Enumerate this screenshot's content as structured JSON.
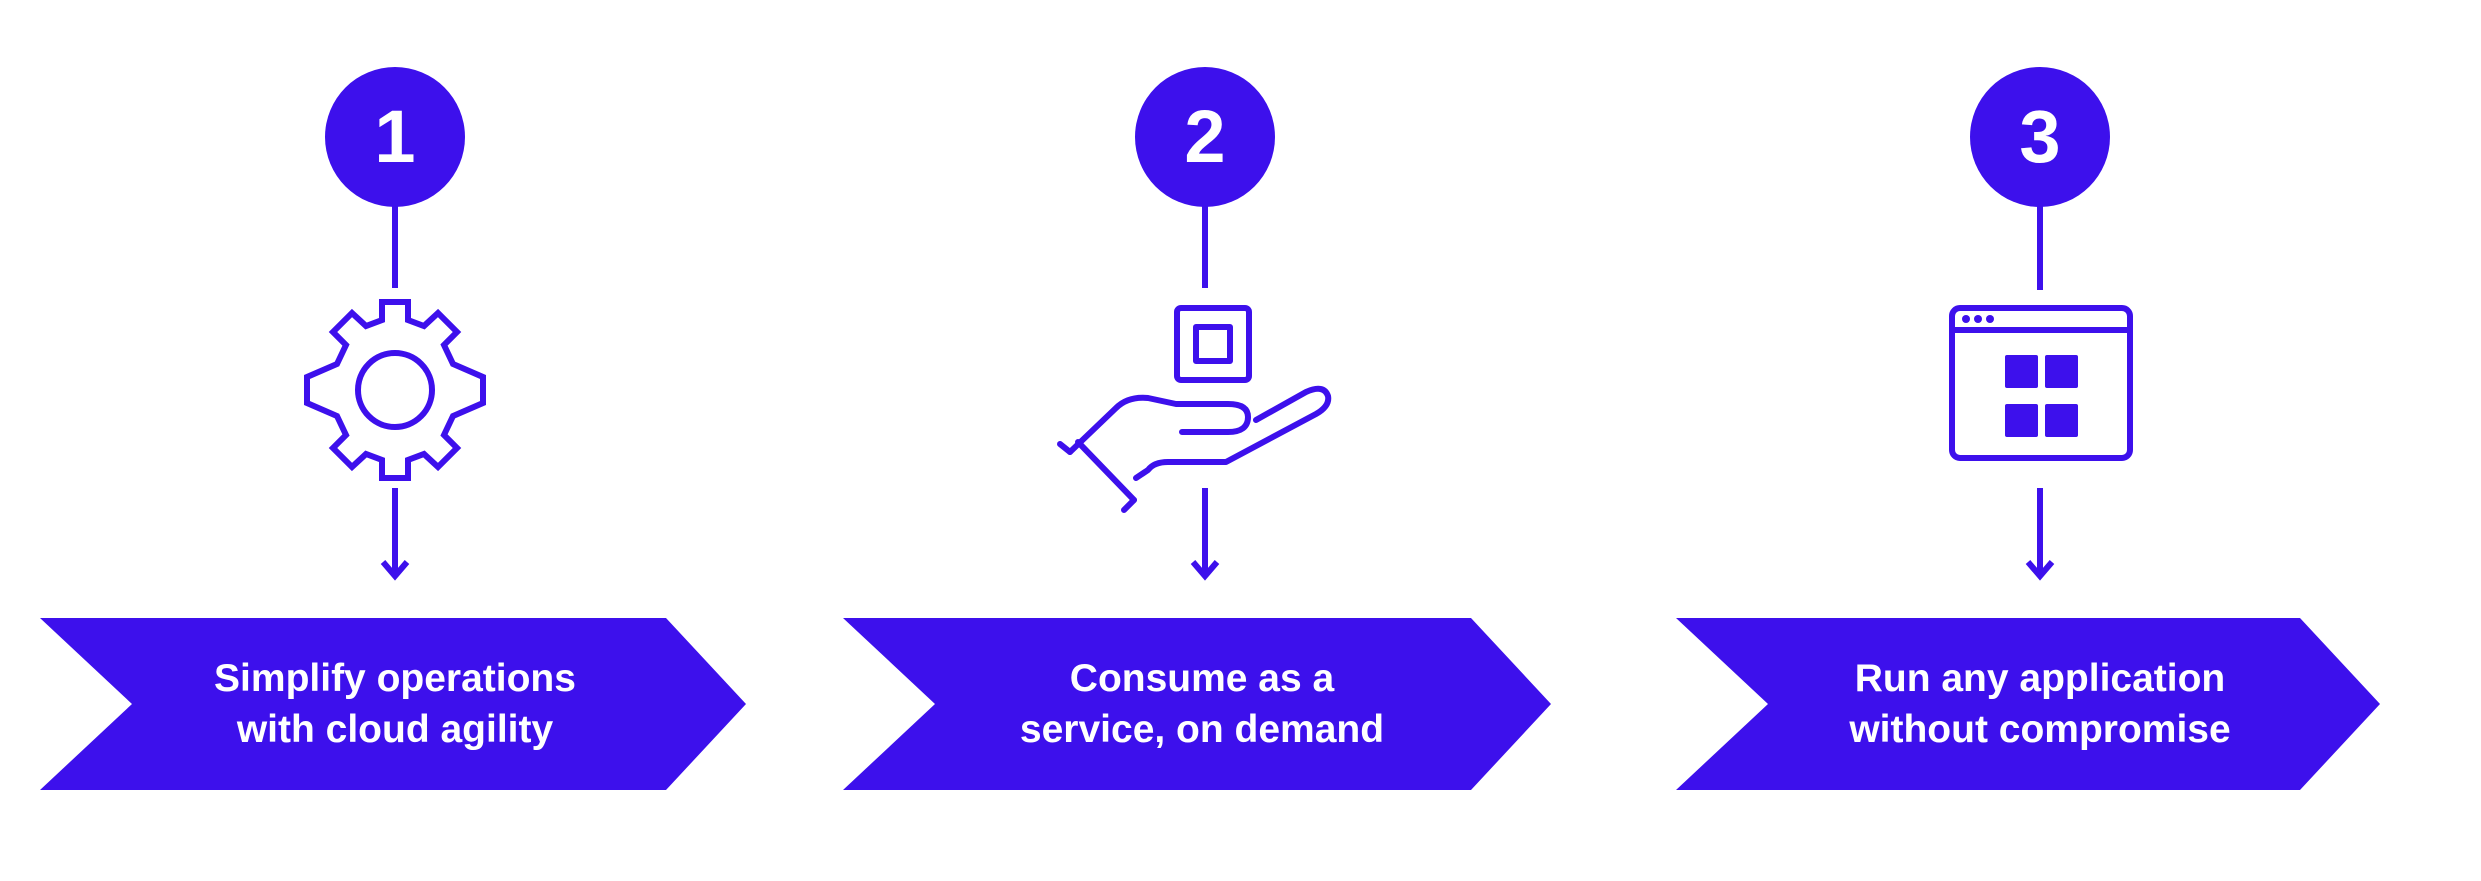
{
  "accent_color": "#3d10ec",
  "steps": [
    {
      "number": "1",
      "icon": "gear-icon",
      "label_lines": [
        "Simplify operations",
        "with cloud agility"
      ]
    },
    {
      "number": "2",
      "icon": "hand-holding-chip-icon",
      "label_lines": [
        "Consume as a",
        "service, on demand"
      ]
    },
    {
      "number": "3",
      "icon": "app-window-grid-icon",
      "label_lines": [
        "Run any application",
        "without compromise"
      ]
    }
  ]
}
